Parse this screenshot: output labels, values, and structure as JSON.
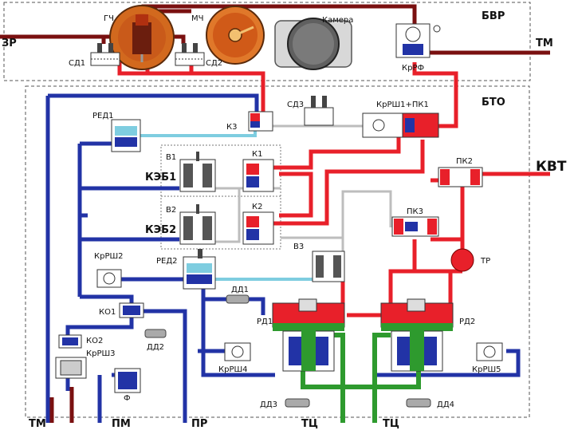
{
  "colors": {
    "pipe_dark_red": "#7a1010",
    "pipe_red": "#e8202a",
    "pipe_blue": "#2233a6",
    "pipe_light_blue": "#7ecde0",
    "pipe_green": "#2e9a2e",
    "pipe_grey": "#bfbfbf",
    "frame_dash": "#555555"
  },
  "labels": {
    "zr": "ЗР",
    "tm_top": "ТМ",
    "bvr": "БВР",
    "bto": "БТО",
    "gch": "ГЧ",
    "mch": "МЧ",
    "kamera": "Камера",
    "sd1": "СД1",
    "sd2": "СД2",
    "sd3": "СД3",
    "krrf": "КрРФ",
    "krsh1_pk1": "КрРШ1+ПК1",
    "red1": "РЕД1",
    "k3": "К3",
    "v1": "В1",
    "k1": "К1",
    "keb1": "КЭБ1",
    "v2": "В2",
    "k2": "К2",
    "keb2": "КЭБ2",
    "pk2": "ПК2",
    "kvt": "КВТ",
    "pk3": "ПК3",
    "v3": "В3",
    "tr": "ТР",
    "krsh2": "КрРШ2",
    "red2": "РЕД2",
    "dd1": "ДД1",
    "ko1": "КО1",
    "rd1": "РД1",
    "rd2": "РД2",
    "dd2": "ДД2",
    "ko2": "КО2",
    "krsh3": "КрРШ3",
    "krsh4": "КрРШ4",
    "krsh5": "КрРШ5",
    "f": "Ф",
    "dd3": "ДД3",
    "dd4": "ДД4",
    "tm_bottom": "ТМ",
    "pm": "ПМ",
    "pr": "ПР",
    "tc1": "ТЦ",
    "tc2": "ТЦ"
  }
}
